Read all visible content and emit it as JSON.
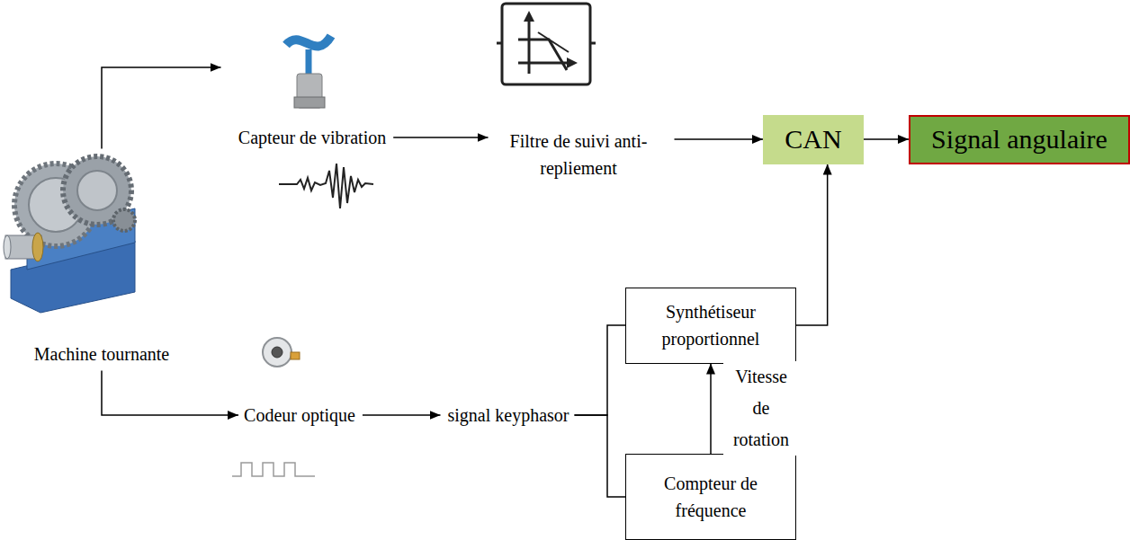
{
  "diagram": {
    "nodes": [
      {
        "text": [
          "Machine tournante"
        ]
      },
      {
        "text": [
          "Capteur de vibration"
        ]
      },
      {
        "text": [
          "Filtre de suivi anti-repliement"
        ]
      },
      {
        "text": [
          "CAN"
        ]
      },
      {
        "text": [
          "Signal angulaire"
        ]
      },
      {
        "text": [
          "Codeur optique"
        ]
      },
      {
        "text": [
          "signal keyphasor"
        ]
      },
      {
        "text": [
          "Synthétiseur proportionnel"
        ]
      },
      {
        "text": [
          "Compteur de fréquence"
        ]
      }
    ],
    "edges": [
      {
        "from": 0,
        "to": 1,
        "arrow": "to"
      },
      {
        "from": 0,
        "to": 5,
        "arrow": "to"
      },
      {
        "from": 1,
        "to": 2,
        "arrow": "to"
      },
      {
        "from": 2,
        "to": 3,
        "arrow": "to"
      },
      {
        "from": 3,
        "to": 4,
        "arrow": "to"
      },
      {
        "from": 5,
        "to": 6,
        "arrow": "to"
      },
      {
        "from": 6,
        "to": 7,
        "arrow": "none"
      },
      {
        "from": 6,
        "to": 8,
        "arrow": "none"
      },
      {
        "from": 8,
        "to": 7,
        "label": "Vitesse de rotation",
        "arrow": "to"
      },
      {
        "from": 7,
        "to": 3,
        "arrow": "to"
      }
    ]
  }
}
